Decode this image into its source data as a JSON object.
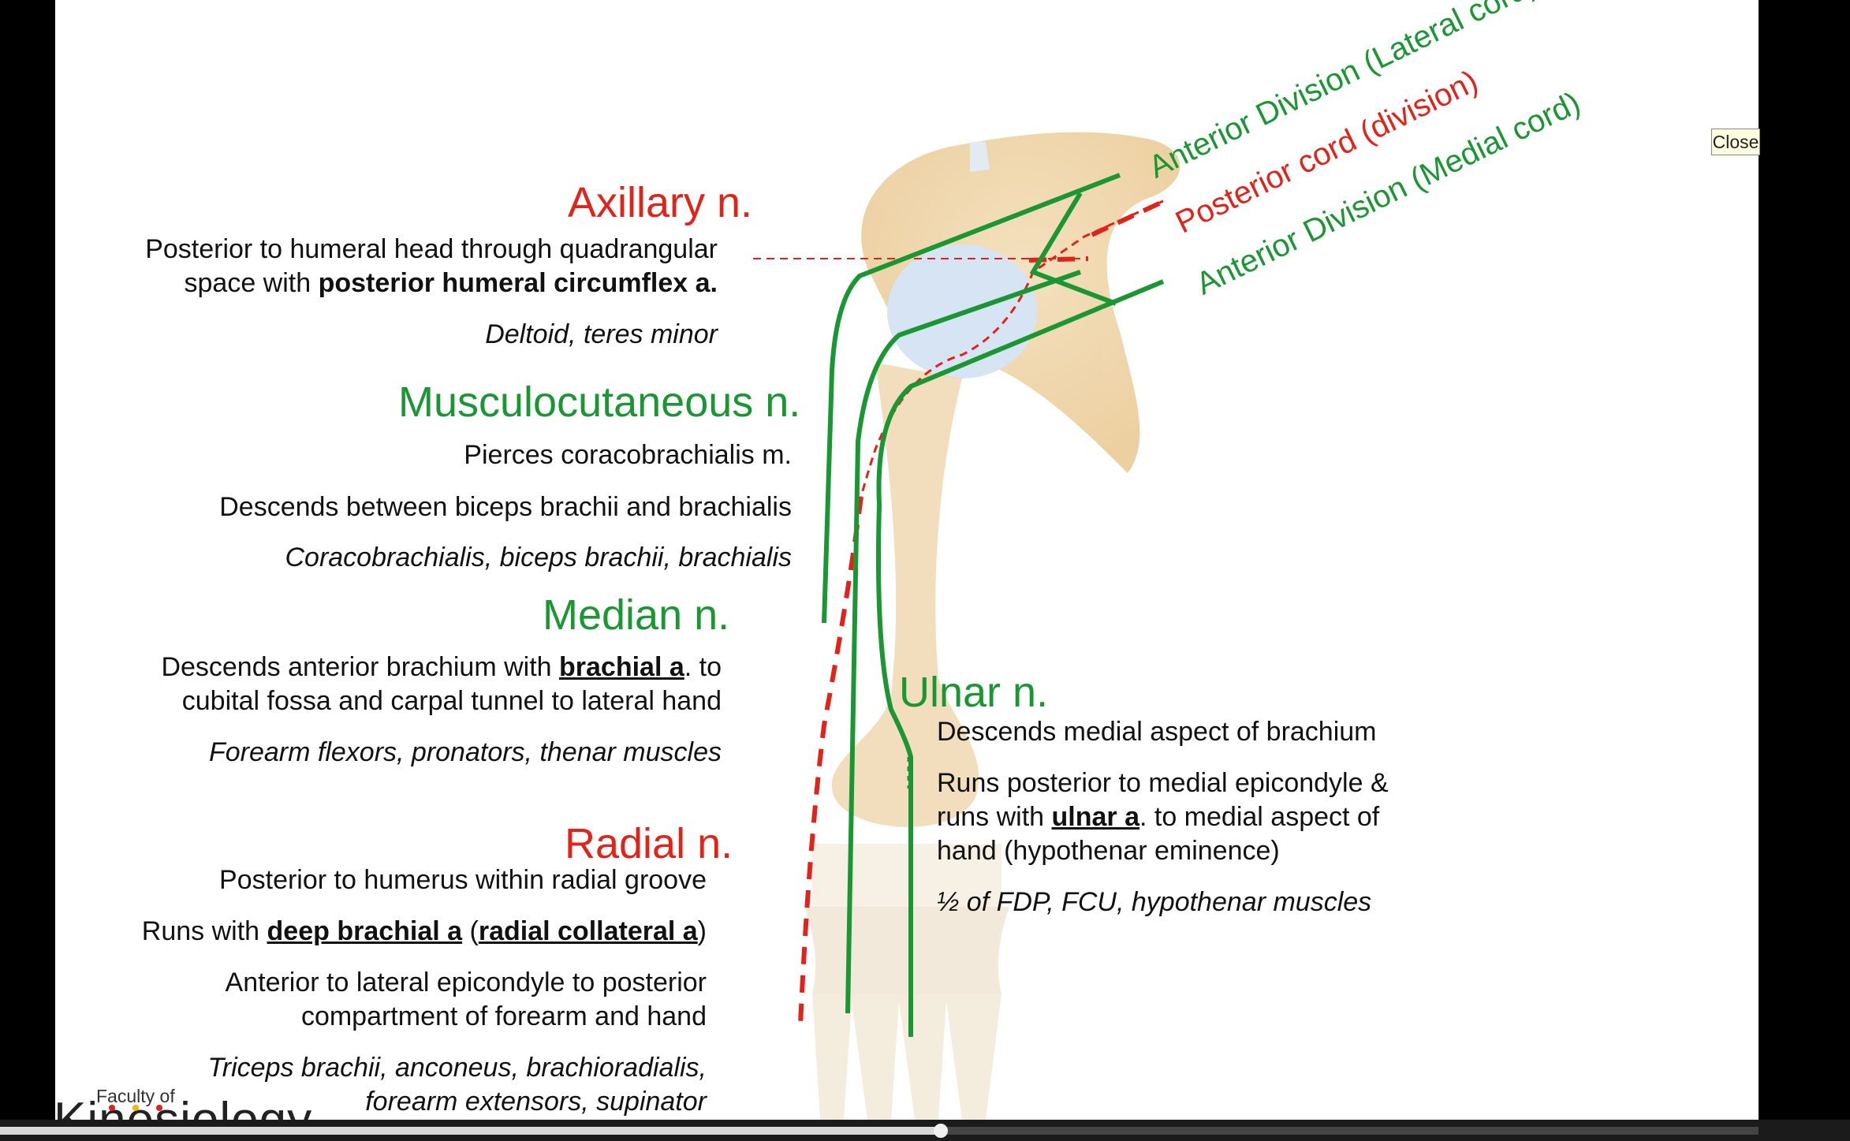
{
  "axillary": {
    "title": "Axillary n.",
    "line1": "Posterior to humeral head through quadrangular",
    "line2_pre": "space with ",
    "line2_bold": "posterior humeral circumflex a.",
    "muscles": "Deltoid, teres minor"
  },
  "musculocutaneous": {
    "title": "Musculocutaneous n.",
    "line1": "Pierces coracobrachialis m.",
    "line2": "Descends between biceps brachii and brachialis",
    "muscles": "Coracobrachialis, biceps brachii, brachialis"
  },
  "median": {
    "title": "Median n.",
    "line1_pre": "Descends anterior brachium with ",
    "line1_link": "brachial a",
    "line1_post": ". to",
    "line2": "cubital fossa and carpal tunnel to lateral hand",
    "muscles": "Forearm flexors, pronators, thenar muscles"
  },
  "radial": {
    "title": "Radial n.",
    "line1": "Posterior to humerus within radial groove",
    "line2_pre": "Runs with ",
    "line2_link1": "deep brachial a",
    "line2_mid": " (",
    "line2_link2": "radial collateral a",
    "line2_post": ")",
    "line3": "Anterior to lateral epicondyle to posterior",
    "line4": "compartment of forearm and hand",
    "muscles1": "Triceps brachii, anconeus, brachioradialis,",
    "muscles2": "forearm extensors, supinator"
  },
  "ulnar": {
    "title": "Ulnar n.",
    "line1": "Descends medial aspect of brachium",
    "line2": "Runs posterior to medial epicondyle &",
    "line3_pre": "runs with ",
    "line3_link": "ulnar a",
    "line3_post": ". to medial aspect of",
    "line4": "hand (hypothenar eminence)",
    "muscles": "½ of FDP, FCU, hypothenar muscles"
  },
  "divisions": {
    "anterior_lateral": "Anterior Division (Lateral cord)",
    "posterior": "Posterior cord (division)",
    "anterior_medial": "Anterior Division (Medial cord)"
  },
  "close_button": "Close",
  "logo": {
    "small": "Faculty of",
    "big": "Kinesiology"
  },
  "playback": {
    "progress": 0.535
  },
  "colors": {
    "red": "#e2231a",
    "green": "#1a9633"
  }
}
